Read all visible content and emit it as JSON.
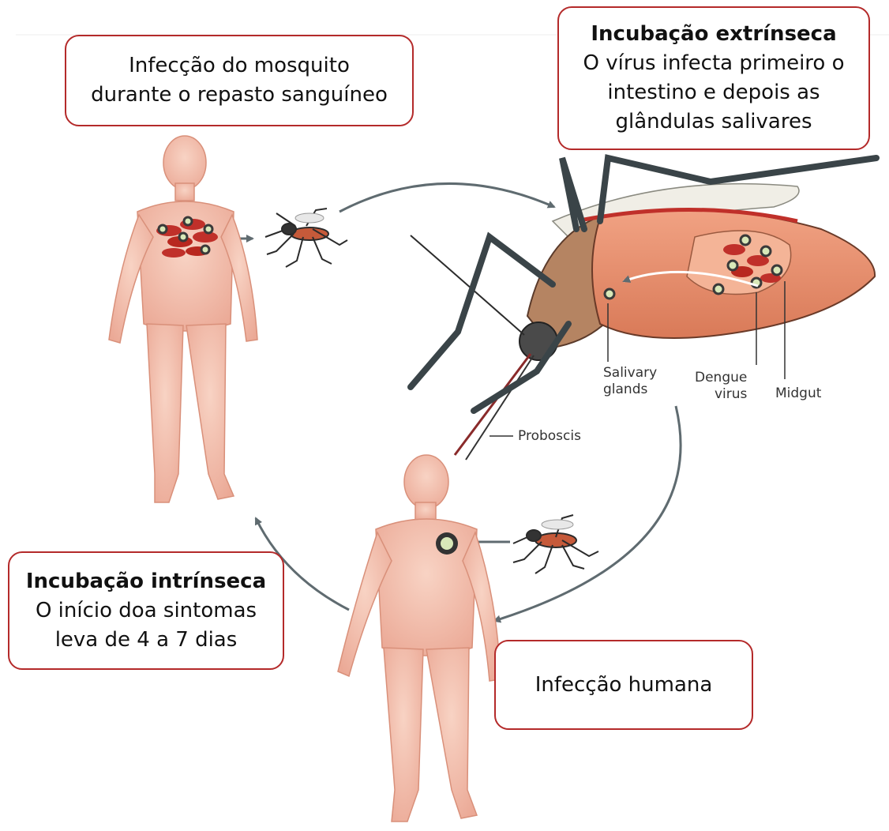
{
  "callouts": {
    "mosquito_infection": {
      "line1": "Infecção do mosquito",
      "line2": "durante o repasto sanguíneo"
    },
    "extrinsic_incubation": {
      "title": "Incubação extrínseca",
      "line1": "O vírus infecta primeiro o",
      "line2": "intestino e depois as",
      "line3": "glândulas salivares"
    },
    "intrinsic_incubation": {
      "title": "Incubação intrínseca",
      "line1": "O início doa sintomas",
      "line2": "leva de 4 a 7 dias"
    },
    "human_infection": {
      "line1": "Infecção humana"
    }
  },
  "anatomy_labels": {
    "salivary_glands": "Salivary\nglands",
    "dengue_virus": "Dengue\nvirus",
    "midgut": "Midgut",
    "proboscis": "Proboscis"
  },
  "colors": {
    "callout_border": "#b42a2a",
    "skin": "#f3bca8",
    "arrow": "#5f6b70",
    "mosquito_body": "#e8906e",
    "blood_cell": "#c0302a",
    "virus": "#d8e8b8"
  }
}
